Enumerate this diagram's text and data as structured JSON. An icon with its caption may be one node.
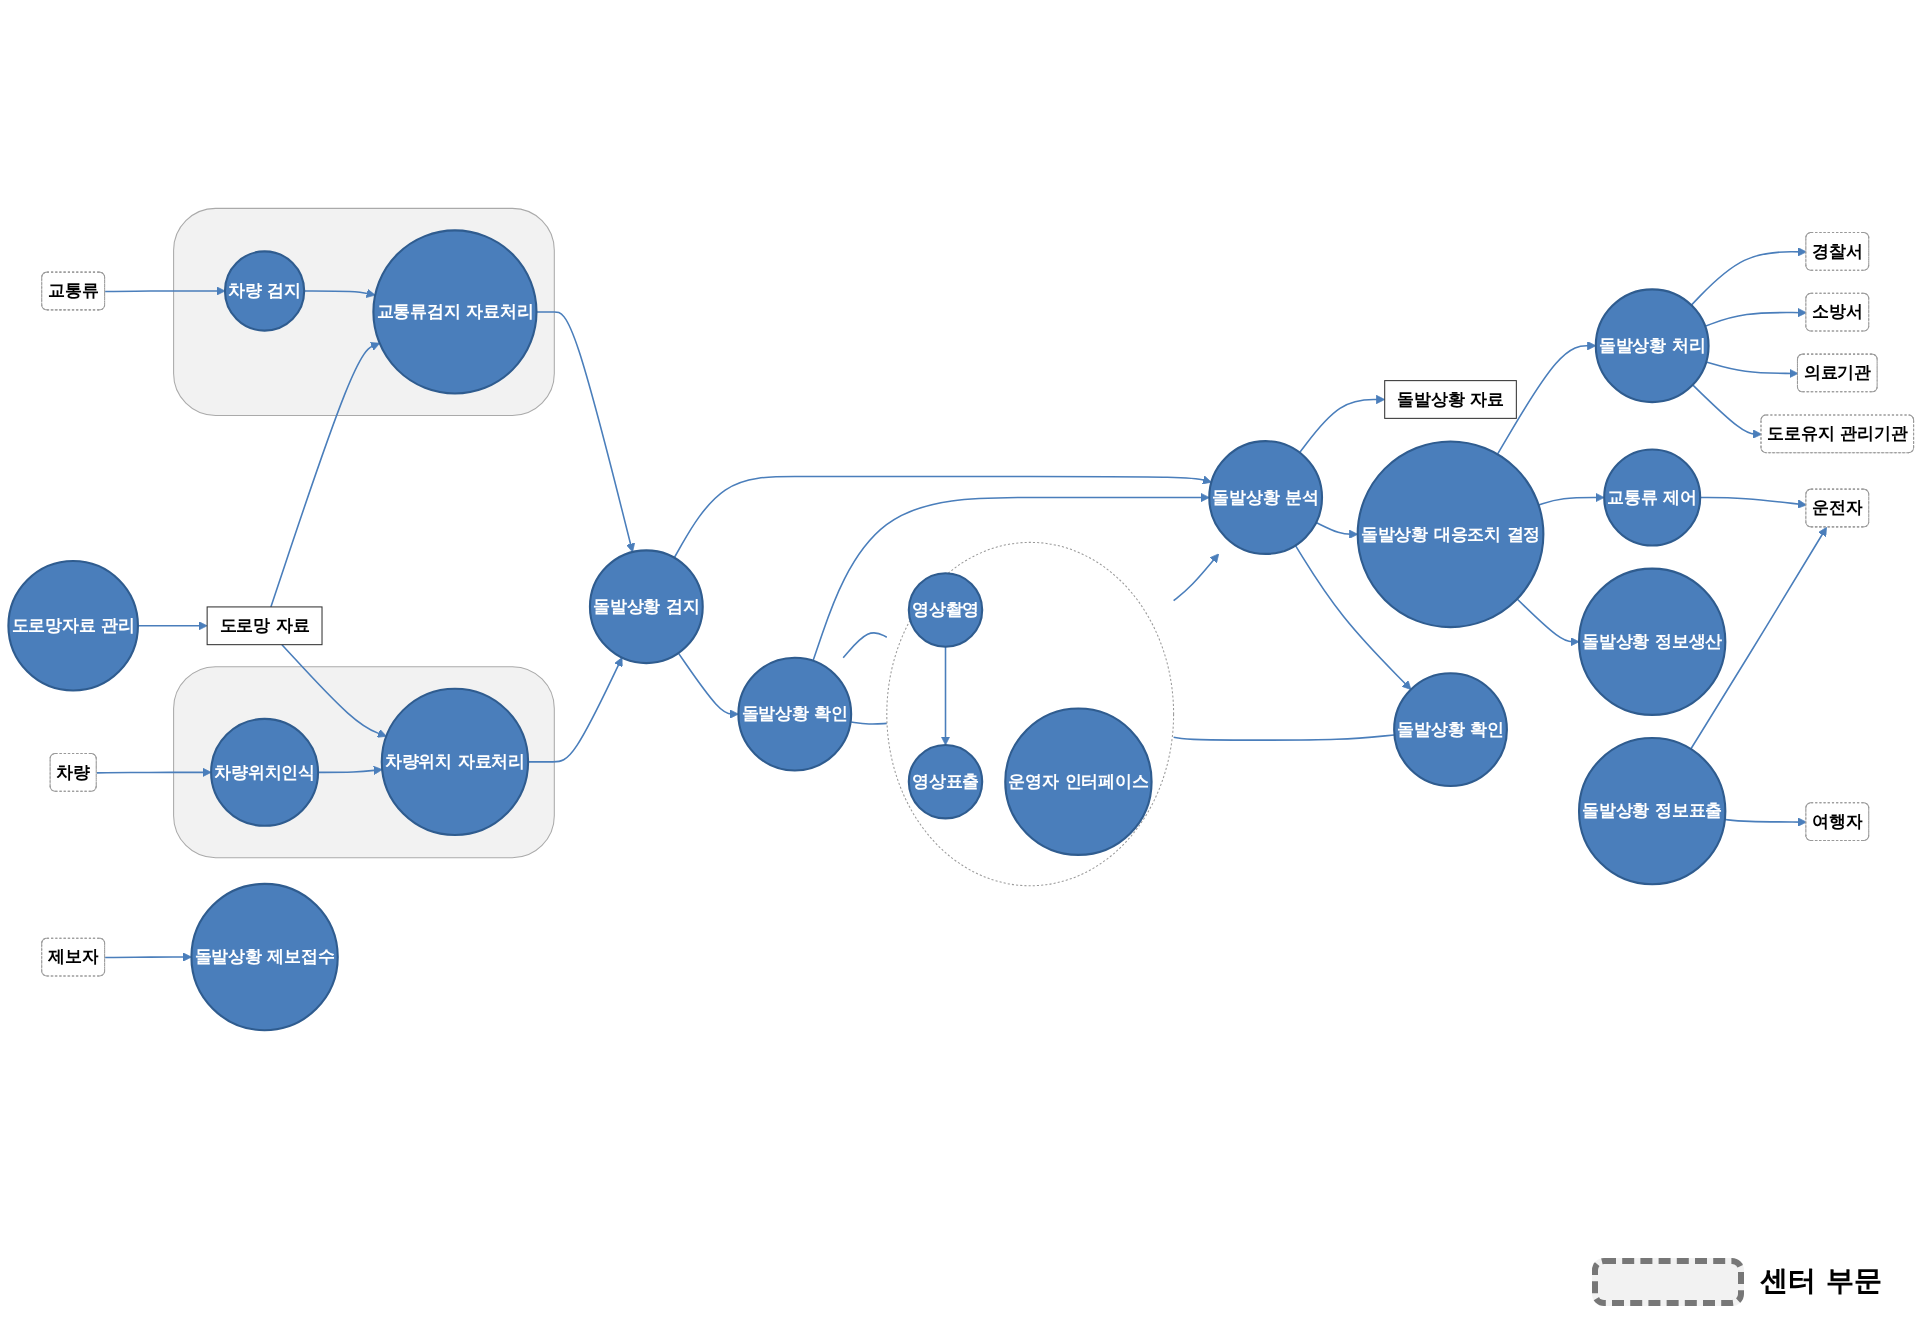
{
  "diagram": {
    "nodes": [
      {
        "text": [
          "도로망자료 관리"
        ]
      },
      {
        "text": [
          "도로망 자료"
        ]
      },
      {
        "text": [
          "교통류"
        ]
      },
      {
        "text": [],
        "shape": "box"
      },
      {
        "text": [
          "차량 검지"
        ],
        "in": 3
      },
      {
        "text": [
          "교통류검지 자료처리"
        ],
        "in": 3
      },
      {
        "text": [
          "차량"
        ]
      },
      {
        "text": [],
        "shape": "box"
      },
      {
        "text": [
          "차량위치인식"
        ],
        "in": 7
      },
      {
        "text": [
          "차량위치 자료처리"
        ],
        "in": 7
      },
      {
        "text": [
          "제보자"
        ]
      },
      {
        "text": [
          "돌발상황 제보접수"
        ]
      },
      {
        "text": [
          "돌발상황 검지"
        ]
      },
      {
        "text": [
          "돌발상황 자료"
        ]
      },
      {
        "text": [
          "돌발상황 분석"
        ]
      },
      {
        "text": [
          "돌발상황 대응조치 결정"
        ]
      },
      {
        "text": [
          "돌발상황 확인"
        ]
      },
      {
        "text": [
          "돌발상황 확인"
        ]
      },
      {
        "text": [],
        "shape": "circle"
      },
      {
        "text": [
          "영상촬영"
        ],
        "in": 18
      },
      {
        "text": [
          "운영자 인터페이스"
        ],
        "in": 18
      },
      {
        "text": [
          "영상표출"
        ],
        "in": 18
      },
      {
        "text": [
          "돌발상황 처리"
        ]
      },
      {
        "text": [
          "교통류 제어"
        ]
      },
      {
        "text": [
          "돌발상황 정보생산"
        ]
      },
      {
        "text": [
          "돌발상황 정보표출"
        ]
      },
      {
        "text": [
          "경찰서"
        ]
      },
      {
        "text": [
          "소방서"
        ]
      },
      {
        "text": [
          "의료기관"
        ]
      },
      {
        "text": [
          "도로유지 관리기관"
        ]
      },
      {
        "text": [
          "운전자"
        ]
      },
      {
        "text": [
          "여행자"
        ]
      }
    ],
    "edges": [
      {
        "from": 0,
        "to": 1,
        "arrow": "to"
      },
      {
        "from": 1,
        "to": 5,
        "arrow": "to"
      },
      {
        "from": 1,
        "to": 9,
        "arrow": "to"
      },
      {
        "from": 2,
        "to": 4,
        "arrow": "to"
      },
      {
        "from": 4,
        "to": 5,
        "arrow": "to"
      },
      {
        "from": 6,
        "to": 8,
        "arrow": "to"
      },
      {
        "from": 8,
        "to": 9,
        "arrow": "to"
      },
      {
        "from": 5,
        "to": 12,
        "arrow": "to"
      },
      {
        "from": 9,
        "to": 12,
        "arrow": "to"
      },
      {
        "from": 10,
        "to": 11,
        "arrow": "to"
      },
      {
        "from": 12,
        "to": 14,
        "arrow": "to"
      },
      {
        "from": 12,
        "to": 16,
        "arrow": "to"
      },
      {
        "from": 16,
        "to": 14,
        "arrow": "to"
      },
      {
        "from": 14,
        "to": 13,
        "arrow": "to"
      },
      {
        "from": 14,
        "to": 15,
        "arrow": "to"
      },
      {
        "from": 14,
        "to": 17,
        "arrow": "to"
      },
      {
        "from": 16,
        "to": 18,
        "arrow": "none"
      },
      {
        "from": 16,
        "to": 18,
        "arrow": "none"
      },
      {
        "from": 17,
        "to": 18,
        "arrow": "none"
      },
      {
        "from": 18,
        "to": 14,
        "arrow": "to"
      },
      {
        "from": 19,
        "to": 21,
        "arrow": "to"
      },
      {
        "from": 15,
        "to": 22,
        "arrow": "to"
      },
      {
        "from": 15,
        "to": 23,
        "arrow": "to"
      },
      {
        "from": 15,
        "to": 24,
        "arrow": "to"
      },
      {
        "from": 22,
        "to": 26,
        "arrow": "to"
      },
      {
        "from": 22,
        "to": 27,
        "arrow": "to"
      },
      {
        "from": 22,
        "to": 28,
        "arrow": "to"
      },
      {
        "from": 22,
        "to": 29,
        "arrow": "to"
      },
      {
        "from": 23,
        "to": 30,
        "arrow": "to"
      },
      {
        "from": 25,
        "to": 30,
        "arrow": "to"
      },
      {
        "from": 25,
        "to": 31,
        "arrow": "to"
      }
    ],
    "legend": [
      {
        "text": "센터 부문"
      }
    ]
  }
}
